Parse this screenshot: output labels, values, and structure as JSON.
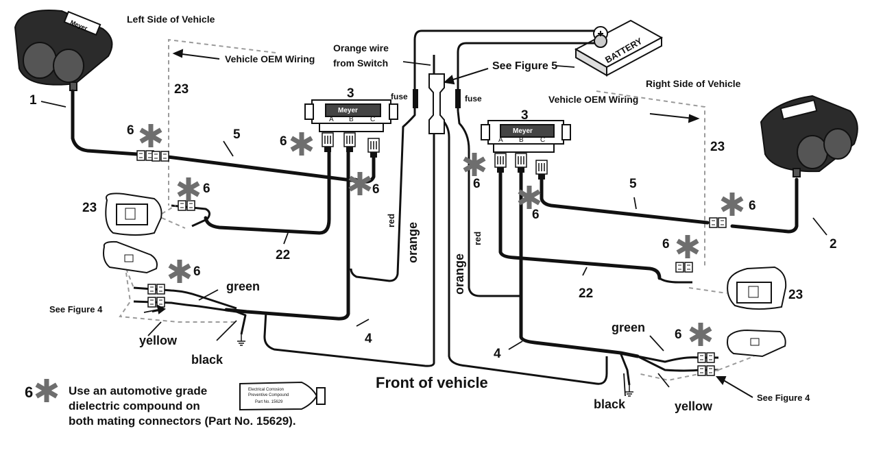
{
  "labels": {
    "left_side": "Left Side of Vehicle",
    "right_side": "Right Side of Vehicle",
    "oem_left": "Vehicle OEM Wiring",
    "oem_right": "Vehicle OEM Wiring",
    "orange_wire_line1": "Orange wire",
    "orange_wire_line2": "from Switch",
    "see_fig5": "See Figure 5",
    "fuse": "fuse",
    "battery": "BATTERY",
    "front": "Front of vehicle",
    "see_fig4": "See Figure  4",
    "brand": "Meyer",
    "module_a": "A",
    "module_b": "B",
    "module_c": "C",
    "wire_green": "green",
    "wire_yellow": "yellow",
    "wire_black": "black",
    "wire_red": "red",
    "wire_orange": "orange",
    "tube_line1": "Electrical Corrosion",
    "tube_line2": "Preventive Compound",
    "tube_line3": "Part No. 15629"
  },
  "callouts": {
    "n1": "1",
    "n2": "2",
    "n3": "3",
    "n4": "4",
    "n5": "5",
    "n6": "6",
    "n22": "22",
    "n23": "23"
  },
  "note": {
    "number": "6",
    "line1": "Use an automotive grade",
    "line2": "dielectric compound on",
    "line3": "both mating connectors (Part No. 15629)."
  },
  "colors": {
    "ink": "#111111",
    "asterisk": "#6e6e6e",
    "oem_dash": "#9a9a9a"
  }
}
